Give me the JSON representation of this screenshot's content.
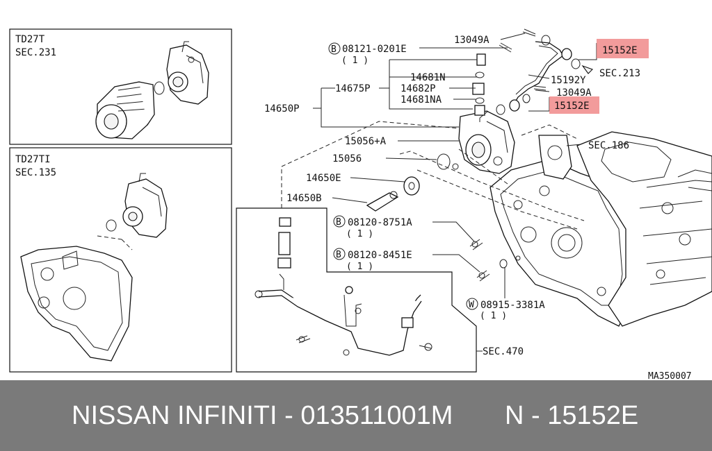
{
  "inset_top": {
    "line1": "TD27T",
    "line2": "SEC.231"
  },
  "inset_mid": {
    "line1": "TD27TI",
    "line2": "SEC.135"
  },
  "callouts": {
    "c1": "08121-0201E",
    "c1_qty": "( 1 )",
    "c2": "13049A",
    "c3": "15152E",
    "c4": "SEC.213",
    "c5": "14681N",
    "c6": "15192Y",
    "c7": "14675P",
    "c8": "14682P",
    "c9": "13049A",
    "c10": "14650P",
    "c11": "14681NA",
    "c12": "15152E",
    "c13": "15056+A",
    "c14": "SEC.186",
    "c15": "15056",
    "c16": "14650E",
    "c17": "14650B",
    "c18": "08120-8751A",
    "c18_qty": "( 1 )",
    "c19": "08120-8451E",
    "c19_qty": "( 1 )",
    "c20": "08915-3381A",
    "c20_qty": "( 1 )",
    "c21": "SEC.470"
  },
  "ref_code": "MA350007",
  "bolt_prefix": "B",
  "washer_prefix": "W",
  "footer": {
    "brand": "NISSAN  INFINITI - 013511001M",
    "part_no": "N - 15152E"
  },
  "colors": {
    "highlight": "#f08a8a",
    "footer_bg": "#7a7a7a",
    "footer_text": "#ffffff"
  }
}
